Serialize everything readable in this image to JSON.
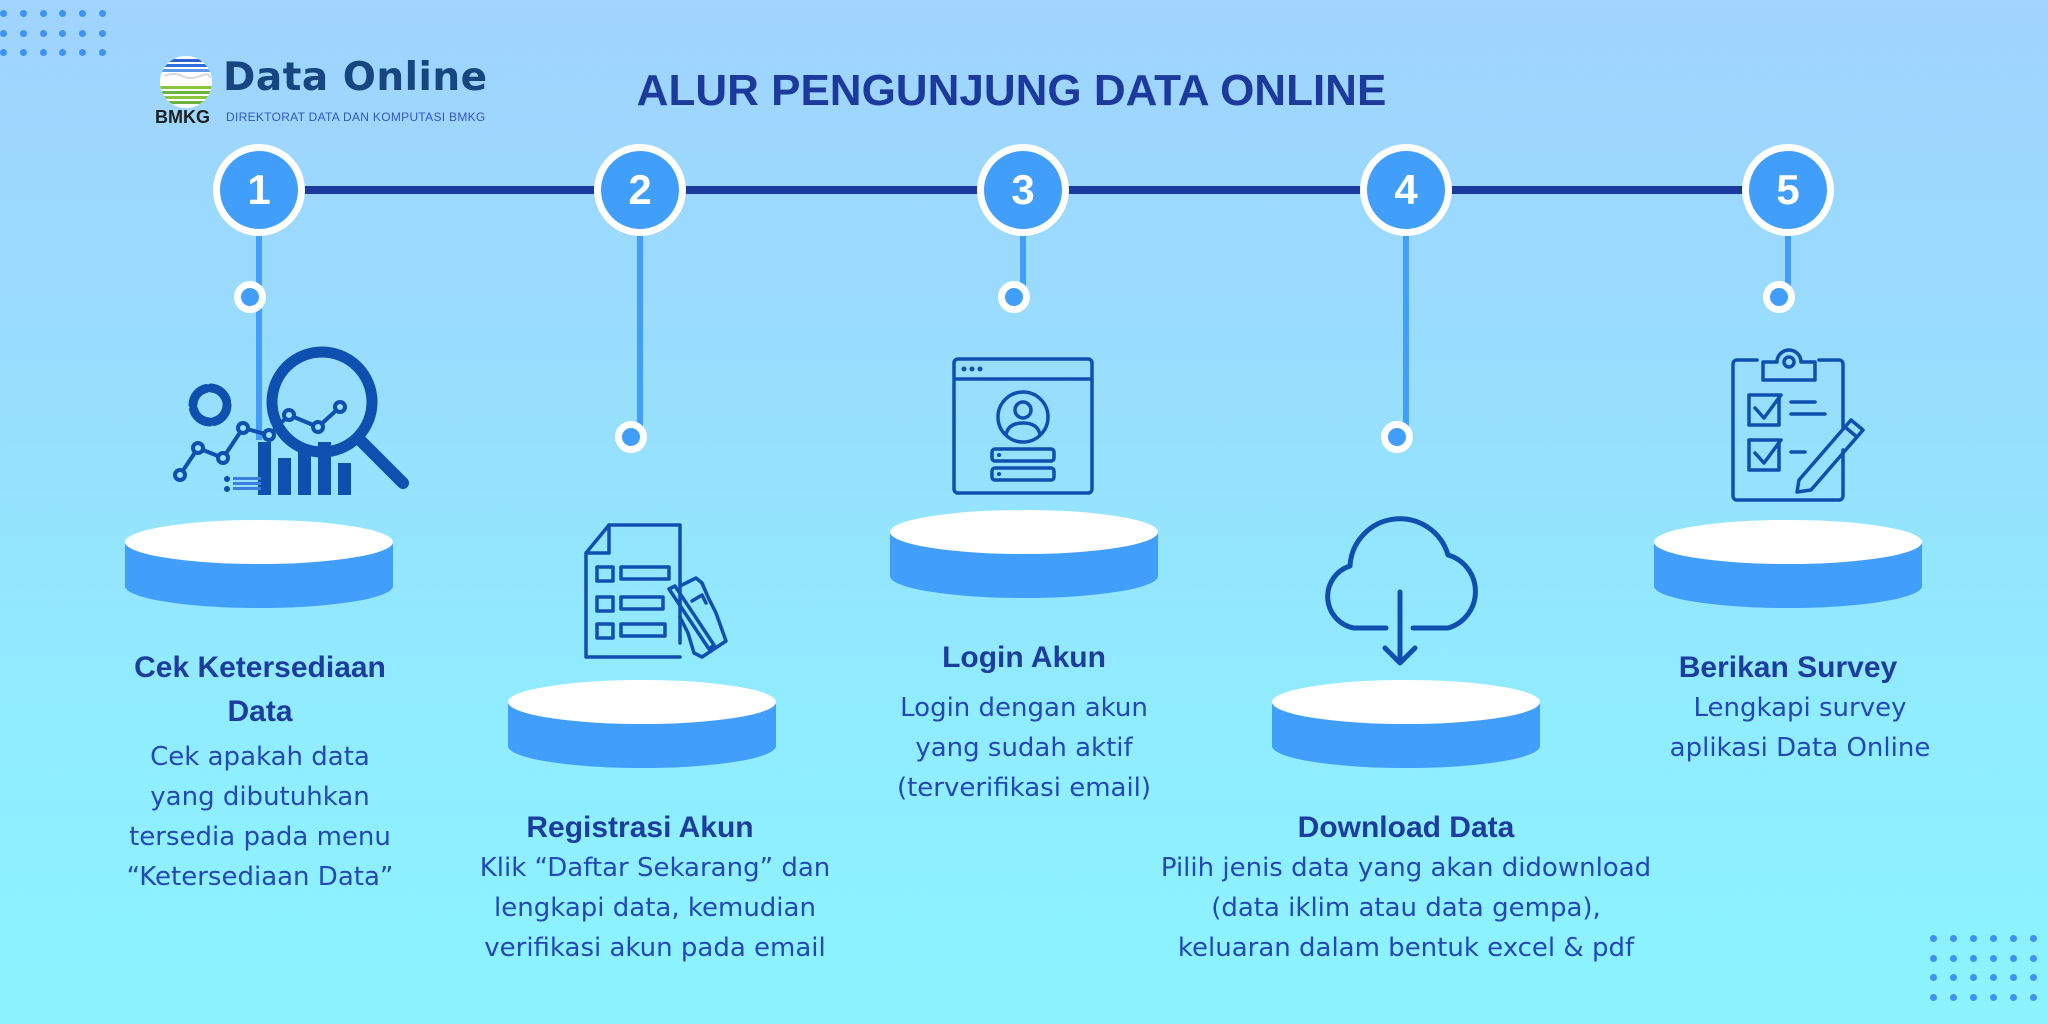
{
  "header": {
    "logo_title": "Data Online",
    "logo_org": "BMKG",
    "logo_subtitle": "DIREKTORAT DATA DAN KOMPUTASI BMKG",
    "page_title": "ALUR PENGUNJUNG DATA ONLINE"
  },
  "colors": {
    "accent": "#429EFB",
    "timeline": "#1A3A9E",
    "title": "#1B3A9C",
    "text": "#2448B4",
    "icon": "#0F4FB0",
    "background_top": "#A0D3FE",
    "background_bottom": "#8BF4FF"
  },
  "steps": [
    {
      "number": "1",
      "icon": "analytics-search-icon",
      "title": "Cek Ketersediaan Data",
      "title_lines": [
        "Cek Ketersediaan",
        "Data"
      ],
      "desc_lines": [
        "Cek apakah data",
        "yang dibutuhkan",
        "tersedia pada menu",
        "“Ketersediaan Data”"
      ]
    },
    {
      "number": "2",
      "icon": "form-write-icon",
      "title": "Registrasi Akun",
      "title_lines": [
        "Registrasi Akun"
      ],
      "desc_lines": [
        "Klik “Daftar Sekarang” dan",
        "lengkapi data, kemudian",
        "verifikasi akun pada email"
      ]
    },
    {
      "number": "3",
      "icon": "login-window-icon",
      "title": "Login Akun",
      "title_lines": [
        "Login Akun"
      ],
      "desc_lines": [
        "Login dengan akun",
        "yang sudah aktif",
        "(terverifikasi email)"
      ]
    },
    {
      "number": "4",
      "icon": "cloud-download-icon",
      "title": "Download Data",
      "title_lines": [
        "Download Data"
      ],
      "desc_lines": [
        "Pilih jenis data yang akan didownload",
        "(data iklim atau data gempa),",
        "keluaran dalam bentuk excel & pdf"
      ]
    },
    {
      "number": "5",
      "icon": "survey-clipboard-icon",
      "title": "Berikan Survey",
      "title_lines": [
        "Berikan Survey"
      ],
      "desc_lines": [
        "Lengkapi survey",
        "aplikasi Data Online"
      ]
    }
  ]
}
